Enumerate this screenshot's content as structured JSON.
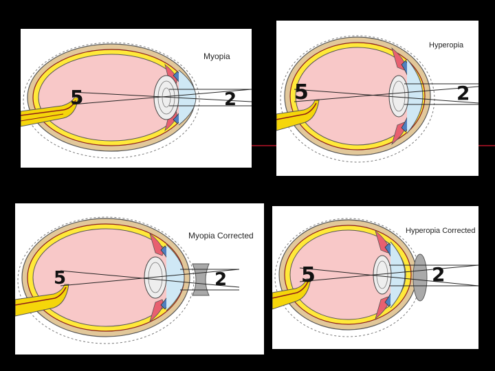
{
  "colors": {
    "background": "#000000",
    "divider": "#8b0f1f",
    "vitreous": "#f8c8c8",
    "sclera": "#e2c89a",
    "retina_layer": "#ffe93a",
    "optic_nerve": "#f5d60a",
    "blood": "#8b1a1a",
    "ciliary": "#e86070",
    "iris": "#4f7fbf",
    "cornea": "#cfe8f5",
    "corrective_lens": "#a9a9a9"
  },
  "panels": [
    {
      "label": "Myopia",
      "object_char": "2",
      "image_char": "5",
      "lens": "none"
    },
    {
      "label": "Hyperopia",
      "object_char": "2",
      "image_char": "5",
      "lens": "none"
    },
    {
      "label": "Myopia Corrected",
      "object_char": "2",
      "image_char": "5",
      "lens": "concave"
    },
    {
      "label": "Hyperopia Corrected",
      "object_char": "2",
      "image_char": "5",
      "lens": "convex"
    }
  ]
}
